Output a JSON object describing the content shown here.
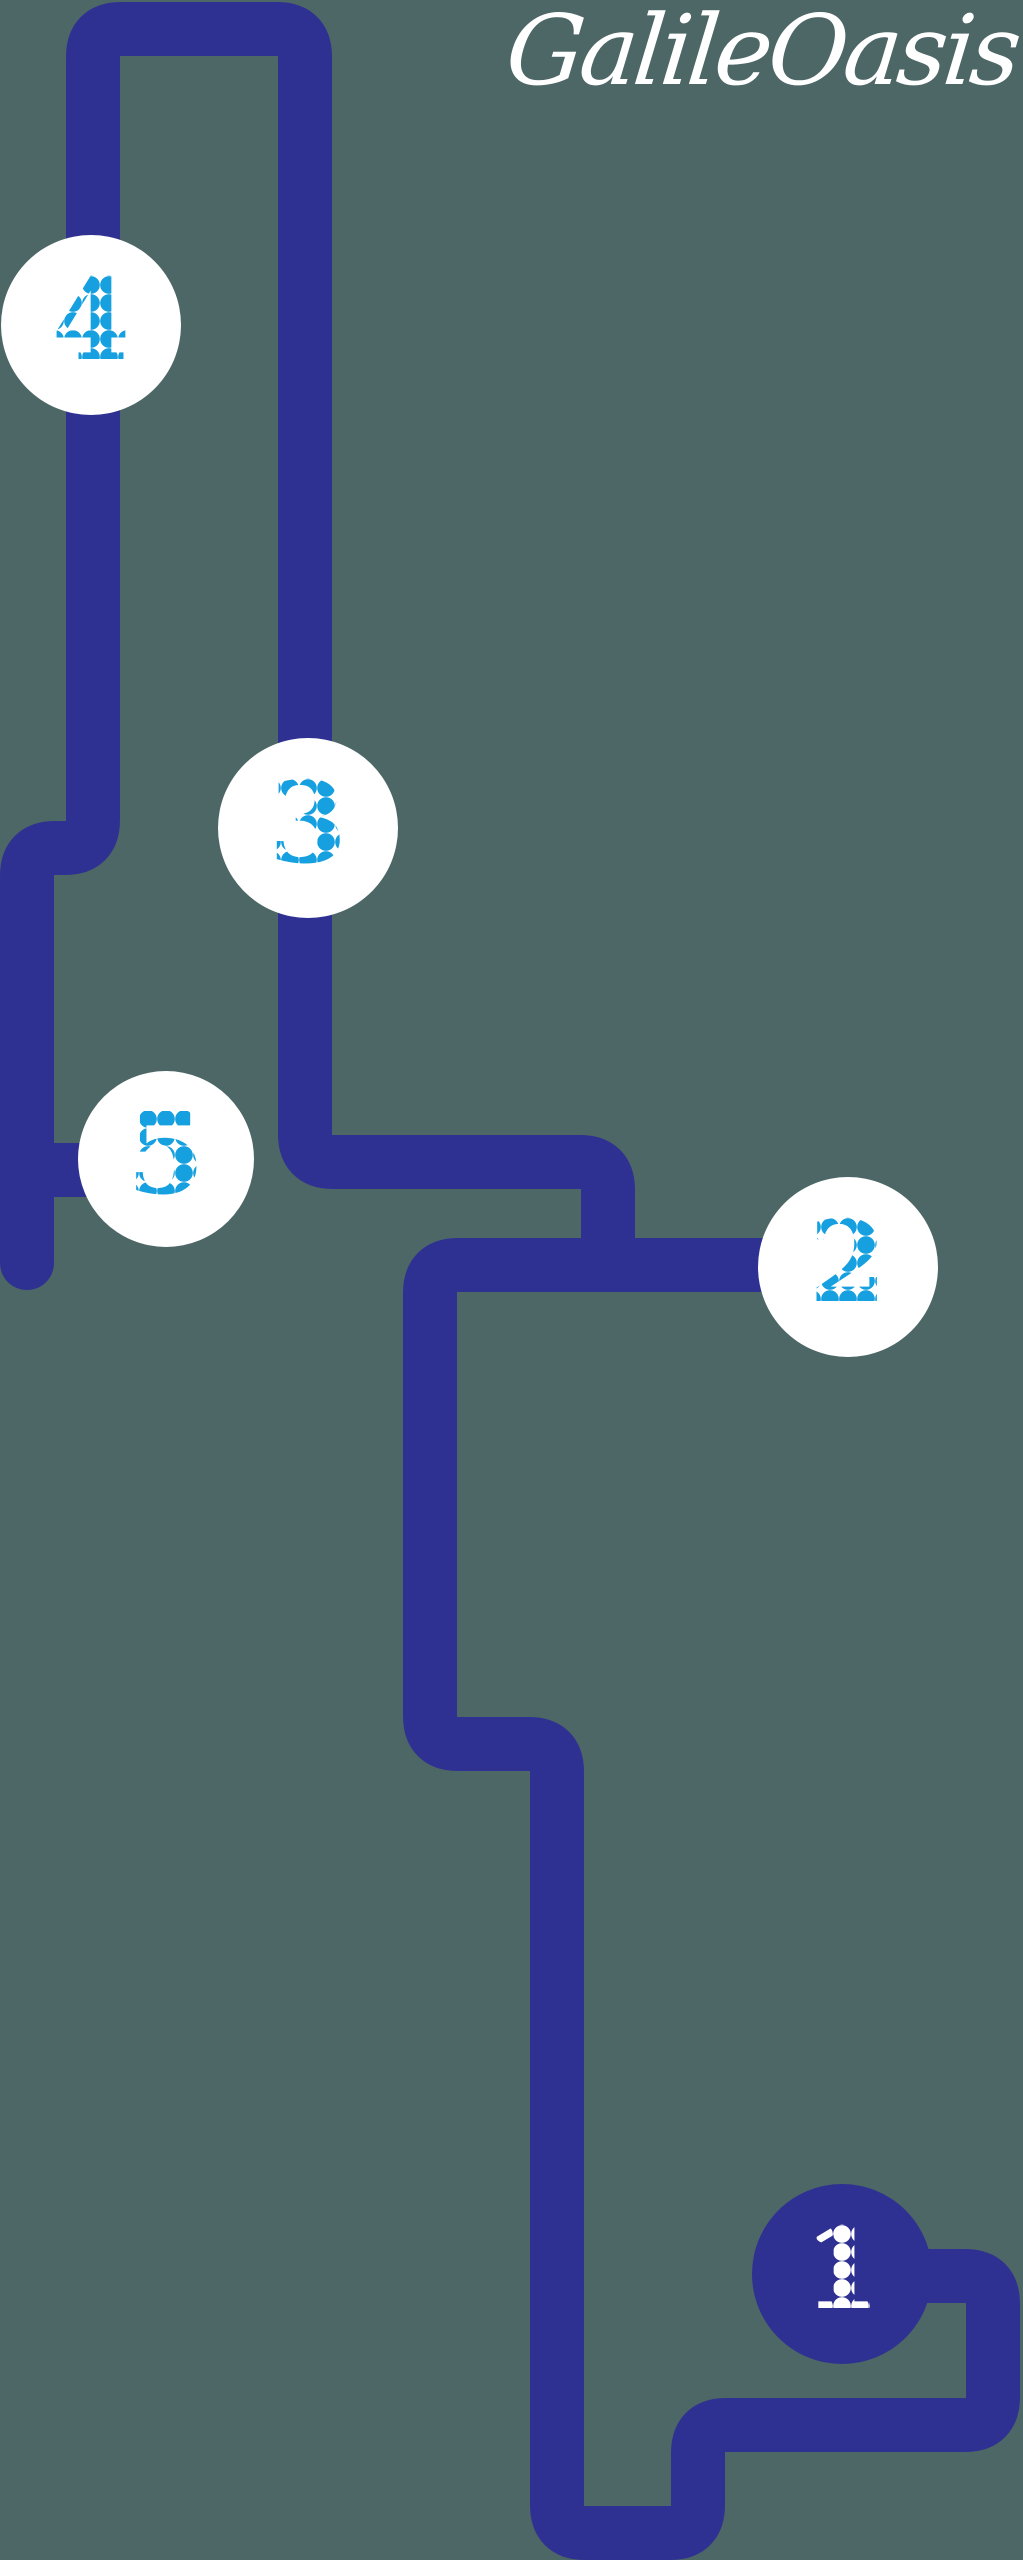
{
  "logo": {
    "text": "GalileOasis"
  },
  "map": {
    "stops": [
      {
        "label": "1",
        "variant": "dark"
      },
      {
        "label": "2",
        "variant": "light"
      },
      {
        "label": "3",
        "variant": "light"
      },
      {
        "label": "4",
        "variant": "light"
      },
      {
        "label": "5",
        "variant": "light"
      }
    ]
  },
  "colors": {
    "background": "#4d6666",
    "path": "#2e3191",
    "logo_text": "#ffffff",
    "stop_fill_light": "#ffffff",
    "stop_fill_dark": "#2e3191",
    "digit_light": "#16a0e0",
    "digit_dark": "#ffffff"
  }
}
